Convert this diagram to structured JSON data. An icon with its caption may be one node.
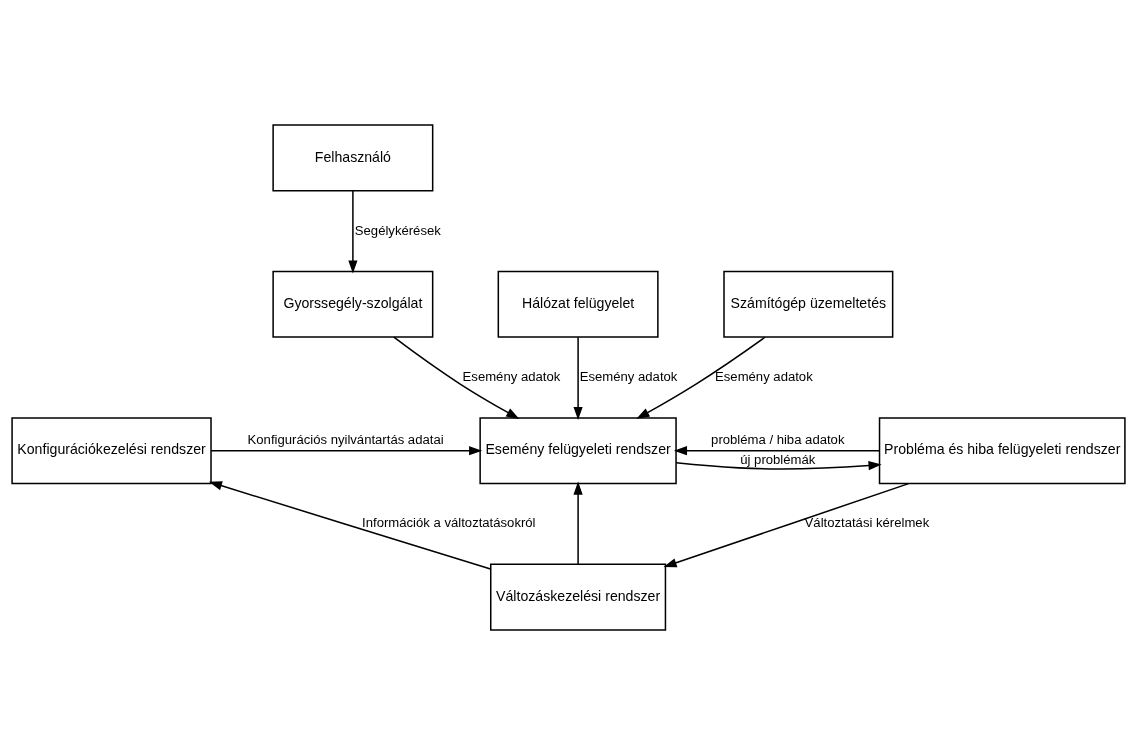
{
  "diagram": {
    "nodes": [
      {
        "text": [
          "Felhasználó"
        ]
      },
      {
        "text": [
          "Hálózat felügyelet"
        ]
      },
      {
        "text": [
          "Gyorssegély-szolgálat"
        ]
      },
      {
        "text": [
          "Számítógép üzemeltetés"
        ]
      },
      {
        "text": [
          "Probléma és hiba felügyeleti rendszer"
        ]
      },
      {
        "text": [
          "Esemény felügyeleti rendszer"
        ]
      },
      {
        "text": [
          "Konfigurációkezelési rendszer"
        ]
      },
      {
        "text": [
          "Változáskezelési rendszer"
        ]
      }
    ],
    "edges": [
      {
        "from": 0,
        "to": 2,
        "arrow": "to",
        "label": "Segélykérések"
      },
      {
        "from": 1,
        "to": 5,
        "arrow": "to",
        "label": "Esemény adatok"
      },
      {
        "from": 2,
        "to": 5,
        "arrow": "to",
        "label": "Esemény adatok"
      },
      {
        "from": 3,
        "to": 5,
        "arrow": "to",
        "label": "Esemény adatok"
      },
      {
        "from": 5,
        "to": 4,
        "arrow": "to",
        "label": "új problémák"
      },
      {
        "from": 4,
        "to": 5,
        "arrow": "to",
        "label": "probléma / hiba adatok"
      },
      {
        "from": 6,
        "to": 5,
        "arrow": "to",
        "label": "Konfigurációs nyilvántartás adatai"
      },
      {
        "from": 4,
        "to": 7,
        "arrow": "to",
        "label": "Változtatási kérelmek"
      },
      {
        "from": 7,
        "to": 5,
        "arrow": "to"
      },
      {
        "from": 7,
        "to": 6,
        "arrow": "to",
        "label": "Információk a változtatásokról"
      }
    ]
  }
}
